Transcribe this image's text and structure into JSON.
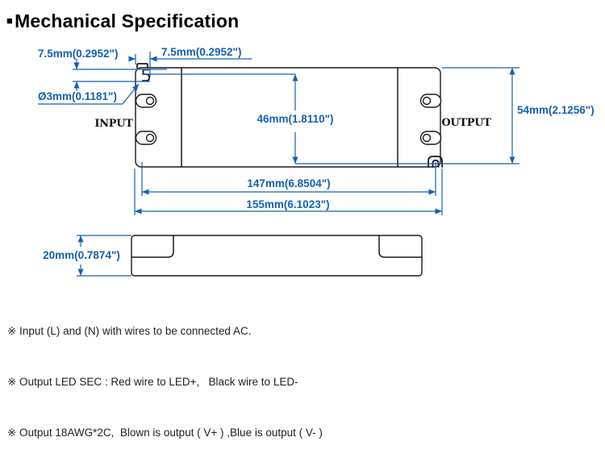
{
  "title": {
    "bullet": "■",
    "text": "Mechanical Specification"
  },
  "diagram": {
    "top_view": {
      "input_label": "INPUT",
      "output_label": "OUTPUT"
    },
    "dimensions": {
      "edge_to_hook_vertical": "7.5mm(0.2952\")",
      "edge_to_hook_horizontal": "7.5mm(0.2952\")",
      "mounting_hole_diameter": "Ø3mm(0.1181\")",
      "hook_vertical_spacing": "46mm(1.8110\")",
      "overall_height": "54mm(2.1256\")",
      "hook_horizontal_spacing": "147mm(6.8504\")",
      "overall_length": "155mm(6.1023\")",
      "side_height": "20mm(0.7874\")"
    },
    "colors": {
      "dimension_blue": "#1560b0",
      "outline_black": "#1a1a1a"
    }
  },
  "notes": [
    "※ Input (L) and (N) with wires to be connected AC.",
    "※ Output LED SEC : Red wire to LED+,   Black wire to LED-",
    "※ Output 18AWG*2C,  Blown is output ( V+ ) ,Blue is output ( V- )"
  ]
}
